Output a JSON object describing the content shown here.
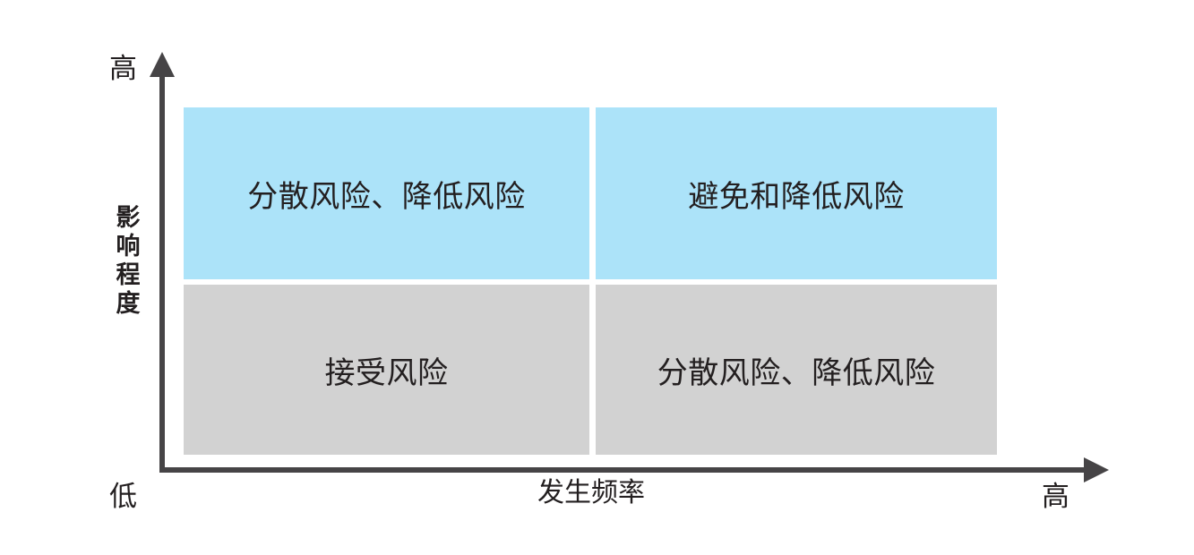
{
  "chart_data": {
    "type": "table",
    "title": "",
    "xlabel": "发生频率",
    "ylabel": "影响程度",
    "x_axis": {
      "title": "发生频率",
      "low_label": "低",
      "high_label": "高",
      "arrow": "right-arrow-icon"
    },
    "y_axis": {
      "title": "影响程度",
      "high_label": "高",
      "arrow": "up-arrow-icon"
    },
    "categories_x": [
      "低",
      "高"
    ],
    "categories_y": [
      "高",
      "低"
    ],
    "cells": [
      {
        "row": 0,
        "col": 0,
        "label": "分散风险、降低风险",
        "color": "#ace3f9"
      },
      {
        "row": 0,
        "col": 1,
        "label": "避免和降低风险",
        "color": "#ace3f9"
      },
      {
        "row": 1,
        "col": 0,
        "label": "接受风险",
        "color": "#d2d2d2"
      },
      {
        "row": 1,
        "col": 1,
        "label": "分散风险、降低风险",
        "color": "#d2d2d2"
      }
    ],
    "legend": [],
    "grid": false
  },
  "colors": {
    "quadrant_high_impact": "#ace3f9",
    "quadrant_low_impact": "#d2d2d2",
    "axis": "#464446",
    "text": "#231f20",
    "background": "#ffffff"
  }
}
